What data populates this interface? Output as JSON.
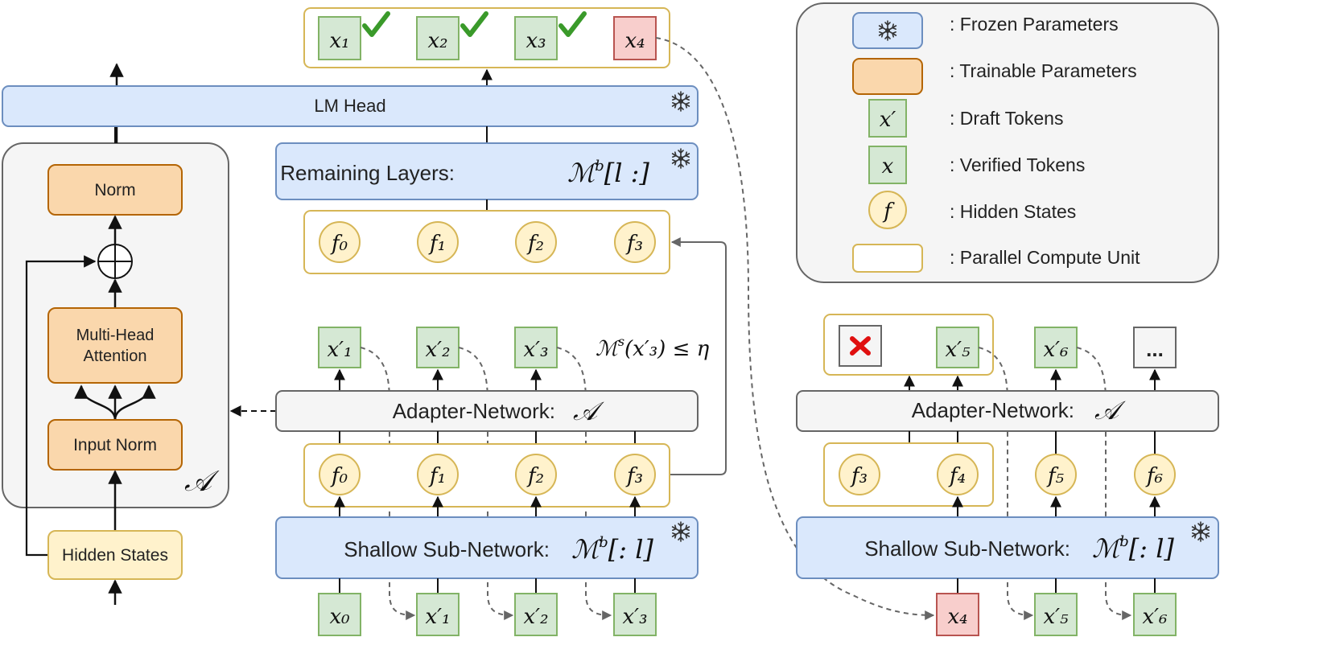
{
  "colors": {
    "frozen_fill": "#dae8fc",
    "frozen_stroke": "#6c8ebf",
    "trainable_fill": "#fad7ac",
    "trainable_stroke": "#b46504",
    "token_fill": "#d5e8d4",
    "token_stroke": "#82b366",
    "rejected_fill": "#f8cecc",
    "rejected_stroke": "#b85450",
    "hidden_fill": "#fff2cc",
    "hidden_stroke": "#d6b656",
    "check": "#3a9a2a",
    "cross": "#e01010",
    "gray_fill": "#f5f5f5",
    "gray_stroke": "#666666"
  },
  "left_block": {
    "norm": "Norm",
    "mha_line1": "Multi-Head",
    "mha_line2": "Attention",
    "input_norm": "Input Norm",
    "hidden_states": "Hidden States",
    "adapter_symbol": "𝒜"
  },
  "middle": {
    "lm_head": "LM Head",
    "remaining_label": "Remaining Layers:",
    "remaining_math": "ℳ",
    "remaining_sup": "b",
    "remaining_idx": "[l :]",
    "adapter_label": "Adapter-Network:",
    "adapter_math": "𝒜",
    "shallow_label": "Shallow Sub-Network:",
    "shallow_math": "ℳ",
    "shallow_sup": "b",
    "shallow_idx": "[: l]",
    "condition_main": "ℳ",
    "condition_sup": "s",
    "condition_rest": "(x′₃) ≤ η",
    "verified_top": [
      "x₁",
      "x₂",
      "x₃"
    ],
    "rejected_top": "x₄",
    "upper_hidden": [
      "f₀",
      "f₁",
      "f₂",
      "f₃"
    ],
    "drafts": [
      "x′₁",
      "x′₂",
      "x′₃"
    ],
    "lower_hidden": [
      "f₀",
      "f₁",
      "f₂",
      "f₃"
    ],
    "inputs": [
      "x₀",
      "x′₁",
      "x′₂",
      "x′₃"
    ]
  },
  "right": {
    "adapter_label": "Adapter-Network:",
    "adapter_math": "𝒜",
    "shallow_label": "Shallow Sub-Network:",
    "shallow_math": "ℳ",
    "shallow_sup": "b",
    "shallow_idx": "[: l]",
    "drafts": [
      "x′₅",
      "x′₆"
    ],
    "ellipsis": "...",
    "hidden": [
      "f₃",
      "f₄",
      "f₅",
      "f₆"
    ],
    "inputs": [
      "x₄",
      "x′₅",
      "x′₆"
    ]
  },
  "legend": [
    {
      "symbol": "snowflake",
      "text": ": Frozen Parameters"
    },
    {
      "symbol": "trainable-box",
      "text": ": Trainable Parameters"
    },
    {
      "symbol": "x′",
      "text": ": Draft Tokens"
    },
    {
      "symbol": "x",
      "text": ": Verified Tokens"
    },
    {
      "symbol": "f",
      "text": ": Hidden States"
    },
    {
      "symbol": "parallel-box",
      "text": ": Parallel Compute Unit"
    }
  ]
}
